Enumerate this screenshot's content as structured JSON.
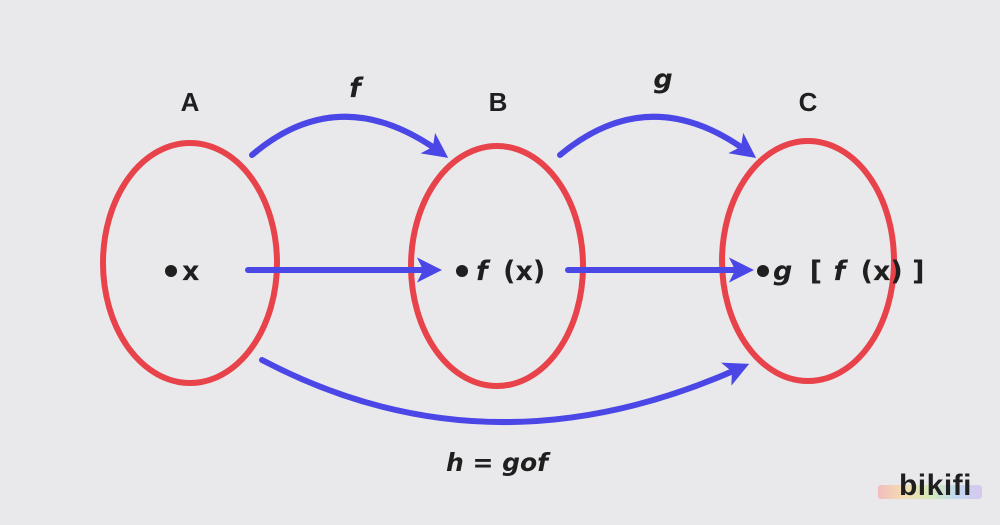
{
  "sets": {
    "a_label": "A",
    "b_label": "B",
    "c_label": "C"
  },
  "functions": {
    "f_label": "f",
    "g_label": "g",
    "composite_label": "h = gof"
  },
  "elements": {
    "x_label": "x",
    "fx_func": "f",
    "fx_arg": "(x)",
    "gfx_func": "g",
    "gfx_open": "[",
    "gfx_inner_func": "f",
    "gfx_inner_arg": "(x)",
    "gfx_close": "]"
  },
  "brand": {
    "name": "bikifi"
  },
  "colors": {
    "set_outline": "#e8434b",
    "arrow": "#4b47e6",
    "background": "#e9e9ec",
    "text": "#1f1f1f"
  }
}
